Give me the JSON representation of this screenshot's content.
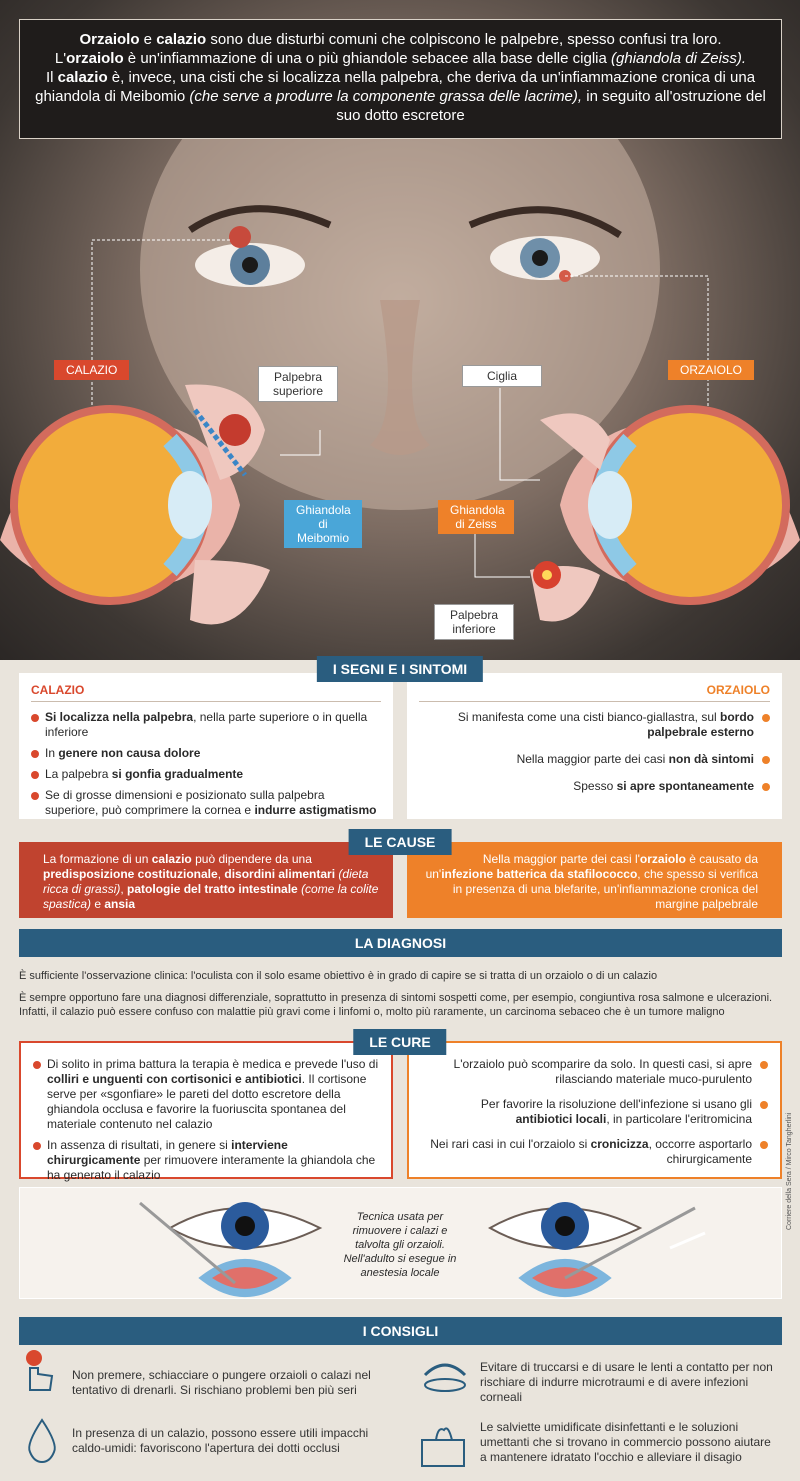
{
  "intro": {
    "p1_b1": "Orzaiolo",
    "p1_t1": " e ",
    "p1_b2": "calazio",
    "p1_t2": " sono due disturbi comuni che colpiscono le palpebre, spesso confusi tra loro.",
    "p2_t1": "L'",
    "p2_b1": "orzaiolo",
    "p2_t2": " è un'infiammazione di una o più ghiandole sebacee alla base delle ciglia ",
    "p2_i1": "(ghiandola di Zeiss).",
    "p3_t1": "Il ",
    "p3_b1": "calazio",
    "p3_t2": " è, invece, una cisti che si localizza nella palpebra, che deriva da un'infiammazione cronica di una ghiandola di Meibomio ",
    "p3_i1": "(che serve a produrre la componente grassa delle lacrime),",
    "p3_t3": " in seguito all'ostruzione del suo dotto escretore"
  },
  "labels": {
    "calazio": "CALAZIO",
    "orzaiolo": "ORZAIOLO",
    "palpebra_superiore": "Palpebra superiore",
    "ciglia": "Ciglia",
    "meibomio": "Ghiandola di Meibomio",
    "zeiss": "Ghiandola di Zeiss",
    "palpebra_inferiore": "Palpebra inferiore"
  },
  "sintomi": {
    "title": "I SEGNI E I SINTOMI",
    "calazio_head": "CALAZIO",
    "orzaiolo_head": "ORZAIOLO",
    "calazio": [
      {
        "b": "Si localizza nella palpebra",
        "t": ", nella parte superiore o in quella inferiore"
      },
      {
        "t0": "In ",
        "b": "genere non causa dolore",
        "t": ""
      },
      {
        "t0": "La palpebra ",
        "b": "si gonfia gradualmente",
        "t": ""
      },
      {
        "t0": "Se di grosse dimensioni e posizionato sulla palpebra superiore, può comprimere la cornea e ",
        "b": "indurre astigmatismo",
        "t": ""
      }
    ],
    "orzaiolo": [
      {
        "t0": "Si manifesta come una cisti bianco-giallastra, sul ",
        "b": "bordo palpebrale esterno",
        "t": ""
      },
      {
        "t0": "Nella maggior parte dei casi ",
        "b": "non dà sintomi",
        "t": ""
      },
      {
        "t0": "Spesso ",
        "b": "si apre spontaneamente",
        "t": ""
      }
    ]
  },
  "cause": {
    "title": "LE CAUSE",
    "calazio": {
      "t1": "La formazione di un ",
      "b1": "calazio",
      "t2": " può dipendere da una ",
      "b2": "predisposizione costituzionale",
      "t3": ", ",
      "b3": "disordini alimentari",
      "i1": "(dieta ricca di grassi)",
      "t4": ", ",
      "b4": "patologie del tratto intestinale",
      "i2": "(come la colite spastica)",
      "t5": " e ",
      "b5": "ansia"
    },
    "orzaiolo": {
      "t1": "Nella maggior parte dei casi l'",
      "b1": "orzaiolo",
      "t2": " è causato da un'",
      "b2": "infezione batterica da stafilococco",
      "t3": ", che spesso si verifica in presenza di una blefarite, un'infiammazione cronica del margine palpebrale"
    }
  },
  "diagnosi": {
    "title": "LA DIAGNOSI",
    "items": [
      "È sufficiente l'osservazione clinica: l'oculista con il solo esame obiettivo è in grado di capire se si tratta di un orzaiolo o di un calazio",
      "È sempre opportuno fare una diagnosi differenziale, soprattutto in presenza di sintomi sospetti come, per esempio, congiuntiva rosa salmone e ulcerazioni. Infatti, il calazio può essere confuso con malattie più gravi come i linfomi o, molto più raramente, un carcinoma sebaceo che è un tumore maligno"
    ]
  },
  "cure": {
    "title": "LE CURE",
    "calazio": [
      {
        "t0": "Di solito in prima battura la terapia è medica e prevede l'uso di ",
        "b": "colliri e unguenti con cortisonici e antibiotici",
        "t": ". Il cortisone serve per «sgonfiare» le pareti del dotto escretore della ghiandola occlusa e favorire la fuoriuscita spontanea del materiale contenuto nel calazio"
      },
      {
        "t0": "In assenza di risultati, in genere si ",
        "b": "interviene chirurgicamente",
        "t": " per rimuovere interamente la ghiandola che ha generato il calazio"
      }
    ],
    "orzaiolo": [
      {
        "t0": "L'orzaiolo può scomparire da solo. In questi casi, si apre rilasciando materiale muco-purulento",
        "b": "",
        "t": ""
      },
      {
        "t0": "Per favorire la risoluzione dell'infezione si usano gli ",
        "b": "antibiotici locali",
        "t": ", in particolare l'eritromicina"
      },
      {
        "t0": "Nei rari casi in cui l'orzaiolo si ",
        "b": "cronicizza",
        "t": ", occorre asportarlo chirurgicamente"
      }
    ],
    "tecnica": "Tecnica usata per rimuovere i calazi e talvolta gli orzaioli. Nell'adulto si esegue in anestesia locale"
  },
  "consigli": {
    "title": "I CONSIGLI",
    "items": [
      "Non premere, schiacciare o pungere orzaioli o calazi nel tentativo di drenarli. Si rischiano problemi ben più seri",
      "Evitare di truccarsi e di usare le lenti a contatto per non rischiare di indurre microtraumi e di avere infezioni corneali",
      "In presenza di un calazio, possono essere utili impacchi caldo-umidi: favoriscono l'apertura dei dotti occlusi",
      "Le salviette umidificate disinfettanti e le soluzioni umettanti che si trovano in commercio possono aiutare a mantenere idratato l'occhio e alleviare il disagio"
    ]
  },
  "credit": "Corriere della Sera / Mirco Tangherlini",
  "colors": {
    "red": "#d9482d",
    "orange": "#ee8129",
    "blue": "#2a5d7f",
    "light_blue": "#4aa6d8"
  }
}
